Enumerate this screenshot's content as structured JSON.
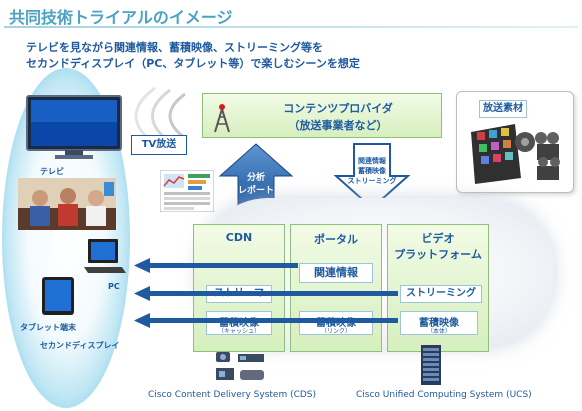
{
  "title": "共同技術トライアルのイメージ",
  "description": [
    "テレビを見ながら関連情報、蓄積映像、ストリーミング等を",
    "セカンドディスプレイ（PC、タブレット等）で楽しむシーンを想定"
  ],
  "provider": {
    "line1": "コンテンツプロバイダ",
    "line2": "（放送事業者など）"
  },
  "material_label": "放送素材",
  "tv_broadcast_label": "TV放送",
  "analysis_report": {
    "line1": "分析",
    "line2": "レポート"
  },
  "services_note": {
    "line1": "関連情報",
    "line2": "蓄積映像",
    "line3": "ストリーミング"
  },
  "panels": {
    "cdn": {
      "header": "CDN",
      "streamer": "ストリーマ",
      "stored": "蓄積映像",
      "stored_sub": "（キャッシュ）"
    },
    "portal": {
      "header": "ポータル",
      "related": "関連情報",
      "stored": "蓄積映像",
      "stored_sub": "（リンク）"
    },
    "video": {
      "header_line1": "ビデオ",
      "header_line2": "プラットフォーム",
      "streaming": "ストリーミング",
      "stored": "蓄積映像",
      "stored_sub": "（本体）"
    }
  },
  "devices": {
    "tv": "テレビ",
    "pc": "PC",
    "tablet": "タブレット端末",
    "second_display": "セカンドディスプレイ"
  },
  "footer": {
    "cds": "Cisco Content Delivery System (CDS)",
    "ucs": "Cisco Unified Computing System (UCS)"
  },
  "colors": {
    "title": "#4aa3c4",
    "text": "#1f5aa0",
    "panel_fill": "#d6efbe",
    "panel_border": "#8fc07a",
    "arrow": "#1f5aa0",
    "device_highlight": "#7ad3ec"
  }
}
